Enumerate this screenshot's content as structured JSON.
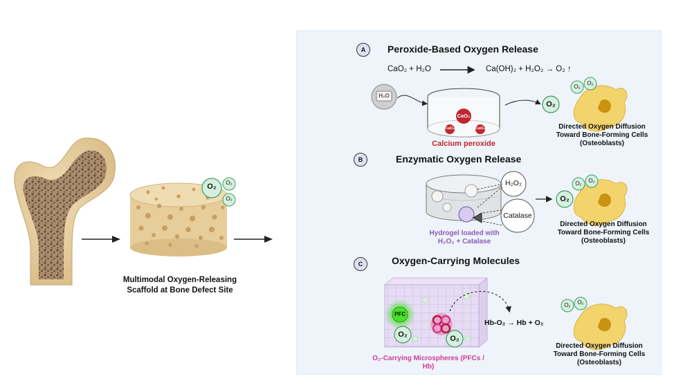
{
  "left": {
    "scaffold_caption_line1": "Multimodal Oxygen-Releasing",
    "scaffold_caption_line2": "Scaffold at Bone Defect Site",
    "o2_label": "O₂"
  },
  "sections": [
    {
      "badge": "A",
      "title": "Peroxide-Based Oxygen Release",
      "equation_left": "CaO₂ + H₂O",
      "equation_right": "Ca(OH)₂ + H₂O₂ → O₂ ↑",
      "water_label": "H₂O",
      "particle_main": "CaO₂",
      "particle_small": "CaO₂",
      "container_caption": "Calcium peroxide",
      "o2_label": "O₂",
      "cell_caption_line1": "Directed Oxygen Diffusion",
      "cell_caption_line2": "Toward Bone-Forming Cells",
      "cell_caption_line3": "(Osteoblasts)"
    },
    {
      "badge": "B",
      "title": "Enzymatic Oxygen Release",
      "bubble_top": "H₂O₂",
      "bubble_bottom": "Catalase",
      "hydrogel_caption_line1": "Hydrogel loaded with",
      "hydrogel_caption_line2": "H₂O₂ + Catalase",
      "o2_label": "O₂",
      "cell_caption_line1": "Directed Oxygen Diffusion",
      "cell_caption_line2": "Toward Bone-Forming Cells",
      "cell_caption_line3": "(Osteoblasts)"
    },
    {
      "badge": "C",
      "title": "Oxygen-Carrying Molecules",
      "pfc_label": "PFC",
      "equation": "Hb-O₂ → Hb + O₂",
      "micro_caption_line1": "O₂-Carrying Microspheres (PFCs /",
      "micro_caption_line2": "Hb)",
      "o2_label": "O₂",
      "cell_caption_line1": "Directed Oxygen Diffusion",
      "cell_caption_line2": "Toward Bone-Forming Cells",
      "cell_caption_line3": "(Osteoblasts)"
    }
  ],
  "colors": {
    "panel_bg": "#eef4f9",
    "bone": "#e6cfa3",
    "bone_spongy": "#6f5238",
    "o2_fill": "#d5f0de",
    "o2_stroke": "#3e9a62",
    "peroxide_red": "#c0272d",
    "catalase_purple": "#8a5cb8",
    "microsphere_pink": "#d23a9a",
    "pfc_green": "#49e02c",
    "osteoblast": "#f3d36c"
  }
}
